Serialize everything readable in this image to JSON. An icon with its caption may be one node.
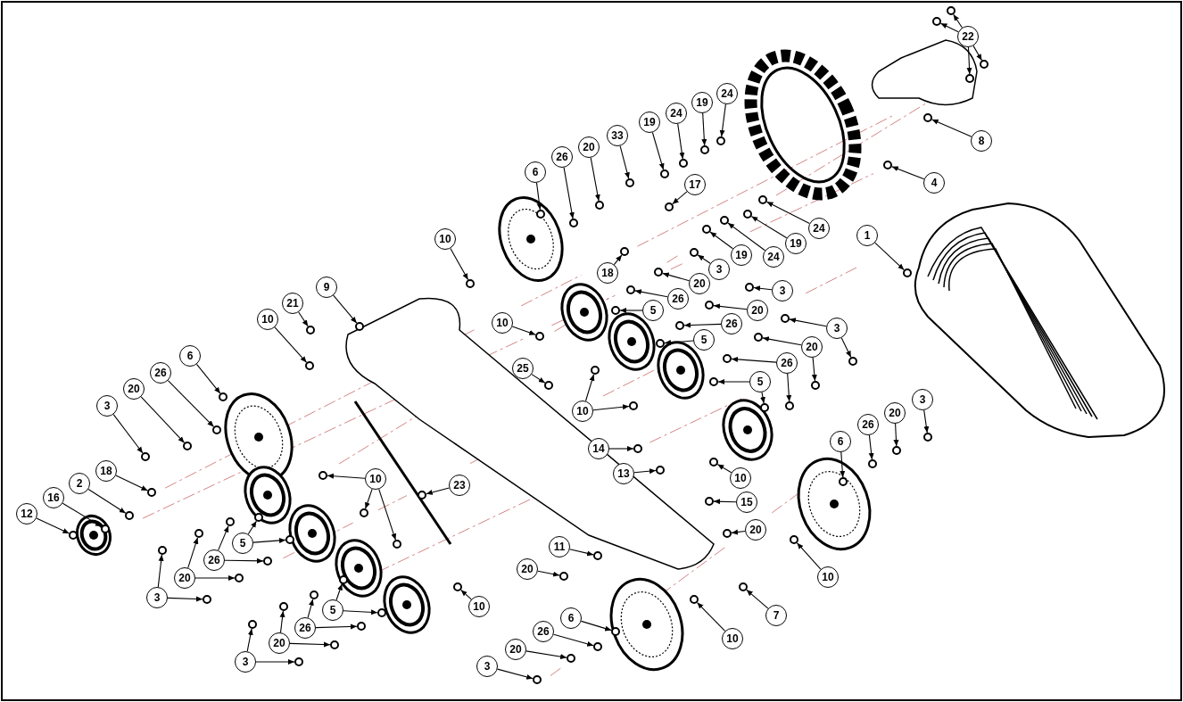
{
  "diagram": {
    "nodes": [
      {
        "text": [
          "22"
        ]
      },
      {
        "text": [
          "8"
        ]
      },
      {
        "text": [
          "4"
        ]
      },
      {
        "text": [
          "24"
        ]
      },
      {
        "text": [
          "19"
        ]
      },
      {
        "text": [
          "24"
        ]
      },
      {
        "text": [
          "19"
        ]
      },
      {
        "text": [
          "33"
        ]
      },
      {
        "text": [
          "20"
        ]
      },
      {
        "text": [
          "26"
        ]
      },
      {
        "text": [
          "6"
        ]
      },
      {
        "text": [
          "17"
        ]
      },
      {
        "text": [
          "24"
        ]
      },
      {
        "text": [
          "19"
        ]
      },
      {
        "text": [
          "24"
        ]
      },
      {
        "text": [
          "19"
        ]
      },
      {
        "text": [
          "1"
        ]
      },
      {
        "text": [
          "10"
        ]
      },
      {
        "text": [
          "18"
        ]
      },
      {
        "text": [
          "3"
        ]
      },
      {
        "text": [
          "20"
        ]
      },
      {
        "text": [
          "3"
        ]
      },
      {
        "text": [
          "9"
        ]
      },
      {
        "text": [
          "26"
        ]
      },
      {
        "text": [
          "21"
        ]
      },
      {
        "text": [
          "5"
        ]
      },
      {
        "text": [
          "20"
        ]
      },
      {
        "text": [
          "10"
        ]
      },
      {
        "text": [
          "10"
        ]
      },
      {
        "text": [
          "3"
        ]
      },
      {
        "text": [
          "5"
        ]
      },
      {
        "text": [
          "26"
        ]
      },
      {
        "text": [
          "20"
        ]
      },
      {
        "text": [
          "6"
        ]
      },
      {
        "text": [
          "26"
        ]
      },
      {
        "text": [
          "25"
        ]
      },
      {
        "text": [
          "26"
        ]
      },
      {
        "text": [
          "5"
        ]
      },
      {
        "text": [
          "20"
        ]
      },
      {
        "text": [
          "3"
        ]
      },
      {
        "text": [
          "3"
        ]
      },
      {
        "text": [
          "10"
        ]
      },
      {
        "text": [
          "20"
        ]
      },
      {
        "text": [
          "26"
        ]
      },
      {
        "text": [
          "6"
        ]
      },
      {
        "text": [
          "14"
        ]
      },
      {
        "text": [
          "18"
        ]
      },
      {
        "text": [
          "13"
        ]
      },
      {
        "text": [
          "10"
        ]
      },
      {
        "text": [
          "10"
        ]
      },
      {
        "text": [
          "2"
        ]
      },
      {
        "text": [
          "23"
        ]
      },
      {
        "text": [
          "16"
        ]
      },
      {
        "text": [
          "15"
        ]
      },
      {
        "text": [
          "12"
        ]
      },
      {
        "text": [
          "20"
        ]
      },
      {
        "text": [
          "5"
        ]
      },
      {
        "text": [
          "11"
        ]
      },
      {
        "text": [
          "26"
        ]
      },
      {
        "text": [
          "20"
        ]
      },
      {
        "text": [
          "10"
        ]
      },
      {
        "text": [
          "20"
        ]
      },
      {
        "text": [
          "3"
        ]
      },
      {
        "text": [
          "10"
        ]
      },
      {
        "text": [
          "7"
        ]
      },
      {
        "text": [
          "5"
        ]
      },
      {
        "text": [
          "6"
        ]
      },
      {
        "text": [
          "26"
        ]
      },
      {
        "text": [
          "26"
        ]
      },
      {
        "text": [
          "10"
        ]
      },
      {
        "text": [
          "20"
        ]
      },
      {
        "text": [
          "20"
        ]
      },
      {
        "text": [
          "3"
        ]
      },
      {
        "text": [
          "3"
        ]
      },
      {
        "text": [],
        "shape": "circle"
      },
      {
        "text": [],
        "shape": "circle"
      },
      {
        "text": [],
        "shape": "circle"
      },
      {
        "text": [],
        "shape": "circle"
      },
      {
        "text": [],
        "shape": "circle"
      },
      {
        "text": [],
        "shape": "circle"
      },
      {
        "text": [],
        "shape": "circle"
      },
      {
        "text": [],
        "shape": "circle"
      },
      {
        "text": [],
        "shape": "circle"
      },
      {
        "text": [],
        "shape": "circle"
      },
      {
        "text": [],
        "shape": "circle"
      },
      {
        "text": [],
        "shape": "circle"
      },
      {
        "text": [],
        "shape": "circle"
      },
      {
        "text": [],
        "shape": "circle"
      },
      {
        "text": [],
        "shape": "circle"
      },
      {
        "text": [],
        "shape": "circle"
      },
      {
        "text": [],
        "shape": "circle"
      },
      {
        "text": [],
        "shape": "circle"
      },
      {
        "text": [],
        "shape": "circle"
      },
      {
        "text": [],
        "shape": "circle"
      },
      {
        "text": [],
        "shape": "circle"
      },
      {
        "text": [],
        "shape": "circle"
      },
      {
        "text": [],
        "shape": "circle"
      },
      {
        "text": [],
        "shape": "circle"
      },
      {
        "text": [],
        "shape": "circle"
      },
      {
        "text": [],
        "shape": "circle"
      },
      {
        "text": [],
        "shape": "circle"
      },
      {
        "text": [],
        "shape": "circle"
      },
      {
        "text": [],
        "shape": "circle"
      },
      {
        "text": [],
        "shape": "circle"
      },
      {
        "text": [],
        "shape": "circle"
      },
      {
        "text": [],
        "shape": "circle"
      },
      {
        "text": [],
        "shape": "circle"
      },
      {
        "text": [],
        "shape": "circle"
      },
      {
        "text": [],
        "shape": "circle"
      },
      {
        "text": [],
        "shape": "circle"
      },
      {
        "text": [],
        "shape": "circle"
      },
      {
        "text": [],
        "shape": "circle"
      },
      {
        "text": [],
        "shape": "circle"
      },
      {
        "text": [],
        "shape": "circle"
      },
      {
        "text": [],
        "shape": "circle"
      },
      {
        "text": [],
        "shape": "circle"
      },
      {
        "text": [],
        "shape": "circle"
      },
      {
        "text": [],
        "shape": "circle"
      },
      {
        "text": [],
        "shape": "circle"
      },
      {
        "text": [],
        "shape": "circle"
      },
      {
        "text": [],
        "shape": "circle"
      },
      {
        "text": [],
        "shape": "circle"
      },
      {
        "text": [],
        "shape": "circle"
      },
      {
        "text": [],
        "shape": "circle"
      },
      {
        "text": [],
        "shape": "circle"
      },
      {
        "text": [],
        "shape": "circle"
      },
      {
        "text": [],
        "shape": "circle"
      },
      {
        "text": [],
        "shape": "circle"
      },
      {
        "text": [],
        "shape": "circle"
      },
      {
        "text": [],
        "shape": "circle"
      },
      {
        "text": [],
        "shape": "circle"
      },
      {
        "text": [],
        "shape": "circle"
      },
      {
        "text": [],
        "shape": "circle"
      },
      {
        "text": [],
        "shape": "circle"
      },
      {
        "text": [],
        "shape": "circle"
      },
      {
        "text": [],
        "shape": "circle"
      },
      {
        "text": [],
        "shape": "circle"
      },
      {
        "text": [],
        "shape": "circle"
      },
      {
        "text": [],
        "shape": "circle"
      },
      {
        "text": [],
        "shape": "circle"
      },
      {
        "text": [],
        "shape": "circle"
      },
      {
        "text": [],
        "shape": "circle"
      },
      {
        "text": [],
        "shape": "circle"
      },
      {
        "text": [],
        "shape": "circle"
      },
      {
        "text": [],
        "shape": "circle"
      },
      {
        "text": [],
        "shape": "circle"
      },
      {
        "text": [],
        "shape": "circle"
      },
      {
        "text": [],
        "shape": "circle"
      },
      {
        "text": [],
        "shape": "circle"
      },
      {
        "text": [],
        "shape": "circle"
      },
      {
        "text": [],
        "shape": "circle"
      },
      {
        "text": [],
        "shape": "circle"
      },
      {
        "text": [],
        "shape": "circle"
      },
      {
        "text": [],
        "shape": "circle"
      },
      {
        "text": [],
        "shape": "circle"
      },
      {
        "text": [],
        "shape": "circle"
      },
      {
        "text": [],
        "shape": "circle"
      },
      {
        "text": [],
        "shape": "circle"
      },
      {
        "text": [],
        "shape": "circle"
      },
      {
        "text": [],
        "shape": "circle"
      },
      {
        "text": [],
        "shape": "circle"
      },
      {
        "text": [],
        "shape": "circle"
      },
      {
        "text": [],
        "shape": "circle"
      },
      {
        "text": [],
        "shape": "circle"
      },
      {
        "text": [],
        "shape": "circle"
      },
      {
        "text": [],
        "shape": "circle"
      }
    ],
    "edges": [
      {
        "from": 0,
        "to": 74,
        "arrow": "to"
      },
      {
        "from": 0,
        "to": 75,
        "arrow": "to"
      },
      {
        "from": 0,
        "to": 76,
        "arrow": "to"
      },
      {
        "from": 0,
        "to": 77,
        "arrow": "to"
      },
      {
        "from": 1,
        "to": 78,
        "arrow": "to"
      },
      {
        "from": 2,
        "to": 79,
        "arrow": "to"
      },
      {
        "from": 3,
        "to": 80,
        "arrow": "to"
      },
      {
        "from": 4,
        "to": 81,
        "arrow": "to"
      },
      {
        "from": 5,
        "to": 82,
        "arrow": "to"
      },
      {
        "from": 6,
        "to": 83,
        "arrow": "to"
      },
      {
        "from": 7,
        "to": 84,
        "arrow": "to"
      },
      {
        "from": 8,
        "to": 85,
        "arrow": "to"
      },
      {
        "from": 9,
        "to": 86,
        "arrow": "to"
      },
      {
        "from": 10,
        "to": 87,
        "arrow": "to"
      },
      {
        "from": 11,
        "to": 88,
        "arrow": "to"
      },
      {
        "from": 12,
        "to": 89,
        "arrow": "to"
      },
      {
        "from": 13,
        "to": 90,
        "arrow": "to"
      },
      {
        "from": 14,
        "to": 91,
        "arrow": "to"
      },
      {
        "from": 15,
        "to": 92,
        "arrow": "to"
      },
      {
        "from": 16,
        "to": 93,
        "arrow": "to"
      },
      {
        "from": 17,
        "to": 94,
        "arrow": "to"
      },
      {
        "from": 18,
        "to": 95,
        "arrow": "to"
      },
      {
        "from": 19,
        "to": 96,
        "arrow": "to"
      },
      {
        "from": 20,
        "to": 97,
        "arrow": "to"
      },
      {
        "from": 21,
        "to": 98,
        "arrow": "to"
      },
      {
        "from": 22,
        "to": 99,
        "arrow": "to"
      },
      {
        "from": 23,
        "to": 100,
        "arrow": "to"
      },
      {
        "from": 24,
        "to": 101,
        "arrow": "to"
      },
      {
        "from": 25,
        "to": 102,
        "arrow": "to"
      },
      {
        "from": 26,
        "to": 103,
        "arrow": "to"
      },
      {
        "from": 27,
        "to": 104,
        "arrow": "to"
      },
      {
        "from": 28,
        "to": 105,
        "arrow": "to"
      },
      {
        "from": 29,
        "to": 106,
        "arrow": "to"
      },
      {
        "from": 29,
        "to": 107,
        "arrow": "to"
      },
      {
        "from": 30,
        "to": 108,
        "arrow": "to"
      },
      {
        "from": 31,
        "to": 109,
        "arrow": "to"
      },
      {
        "from": 32,
        "to": 110,
        "arrow": "to"
      },
      {
        "from": 32,
        "to": 111,
        "arrow": "to"
      },
      {
        "from": 33,
        "to": 112,
        "arrow": "to"
      },
      {
        "from": 34,
        "to": 113,
        "arrow": "to"
      },
      {
        "from": 34,
        "to": 114,
        "arrow": "to"
      },
      {
        "from": 35,
        "to": 115,
        "arrow": "to"
      },
      {
        "from": 36,
        "to": 116,
        "arrow": "to"
      },
      {
        "from": 37,
        "to": 117,
        "arrow": "to"
      },
      {
        "from": 37,
        "to": 118,
        "arrow": "to"
      },
      {
        "from": 38,
        "to": 119,
        "arrow": "to"
      },
      {
        "from": 39,
        "to": 120,
        "arrow": "to"
      },
      {
        "from": 40,
        "to": 121,
        "arrow": "to"
      },
      {
        "from": 41,
        "to": 122,
        "arrow": "to"
      },
      {
        "from": 41,
        "to": 123,
        "arrow": "to"
      },
      {
        "from": 42,
        "to": 124,
        "arrow": "to"
      },
      {
        "from": 43,
        "to": 125,
        "arrow": "to"
      },
      {
        "from": 44,
        "to": 126,
        "arrow": "to"
      },
      {
        "from": 45,
        "to": 127,
        "arrow": "to"
      },
      {
        "from": 46,
        "to": 128,
        "arrow": "to"
      },
      {
        "from": 47,
        "to": 129,
        "arrow": "to"
      },
      {
        "from": 48,
        "to": 130,
        "arrow": "to"
      },
      {
        "from": 49,
        "to": 131,
        "arrow": "to"
      },
      {
        "from": 49,
        "to": 132,
        "arrow": "to"
      },
      {
        "from": 49,
        "to": 133,
        "arrow": "to"
      },
      {
        "from": 50,
        "to": 134,
        "arrow": "to"
      },
      {
        "from": 51,
        "to": 135,
        "arrow": "to"
      },
      {
        "from": 52,
        "to": 136,
        "arrow": "to"
      },
      {
        "from": 53,
        "to": 137,
        "arrow": "to"
      },
      {
        "from": 54,
        "to": 138,
        "arrow": "to"
      },
      {
        "from": 55,
        "to": 139,
        "arrow": "to"
      },
      {
        "from": 56,
        "to": 140,
        "arrow": "to"
      },
      {
        "from": 56,
        "to": 141,
        "arrow": "to"
      },
      {
        "from": 57,
        "to": 142,
        "arrow": "to"
      },
      {
        "from": 58,
        "to": 143,
        "arrow": "to"
      },
      {
        "from": 58,
        "to": 144,
        "arrow": "to"
      },
      {
        "from": 59,
        "to": 145,
        "arrow": "to"
      },
      {
        "from": 60,
        "to": 146,
        "arrow": "to"
      },
      {
        "from": 61,
        "to": 147,
        "arrow": "to"
      },
      {
        "from": 61,
        "to": 148,
        "arrow": "to"
      },
      {
        "from": 62,
        "to": 149,
        "arrow": "to"
      },
      {
        "from": 62,
        "to": 150,
        "arrow": "to"
      },
      {
        "from": 63,
        "to": 151,
        "arrow": "to"
      },
      {
        "from": 64,
        "to": 152,
        "arrow": "to"
      },
      {
        "from": 65,
        "to": 153,
        "arrow": "to"
      },
      {
        "from": 65,
        "to": 154,
        "arrow": "to"
      },
      {
        "from": 66,
        "to": 155,
        "arrow": "to"
      },
      {
        "from": 67,
        "to": 156,
        "arrow": "to"
      },
      {
        "from": 67,
        "to": 157,
        "arrow": "to"
      },
      {
        "from": 68,
        "to": 158,
        "arrow": "to"
      },
      {
        "from": 69,
        "to": 159,
        "arrow": "to"
      },
      {
        "from": 70,
        "to": 160,
        "arrow": "to"
      },
      {
        "from": 70,
        "to": 161,
        "arrow": "to"
      },
      {
        "from": 71,
        "to": 162,
        "arrow": "to"
      },
      {
        "from": 72,
        "to": 163,
        "arrow": "to"
      },
      {
        "from": 72,
        "to": 164,
        "arrow": "to"
      },
      {
        "from": 73,
        "to": 165,
        "arrow": "to"
      }
    ]
  }
}
